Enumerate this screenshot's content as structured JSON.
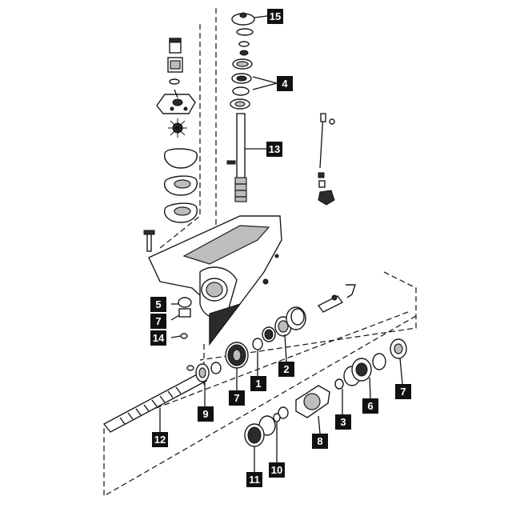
{
  "diagram": {
    "callouts": [
      {
        "id": "c15",
        "label": "15"
      },
      {
        "id": "c4",
        "label": "4"
      },
      {
        "id": "c13",
        "label": "13"
      },
      {
        "id": "c5",
        "label": "5"
      },
      {
        "id": "c7a",
        "label": "7"
      },
      {
        "id": "c14",
        "label": "14"
      },
      {
        "id": "c1",
        "label": "1"
      },
      {
        "id": "c2",
        "label": "2"
      },
      {
        "id": "c7b",
        "label": "7"
      },
      {
        "id": "c9",
        "label": "9"
      },
      {
        "id": "c3",
        "label": "3"
      },
      {
        "id": "c6",
        "label": "6"
      },
      {
        "id": "c7c",
        "label": "7"
      },
      {
        "id": "c12",
        "label": "12"
      },
      {
        "id": "c8",
        "label": "8"
      },
      {
        "id": "c10",
        "label": "10"
      },
      {
        "id": "c11",
        "label": "11"
      }
    ]
  }
}
